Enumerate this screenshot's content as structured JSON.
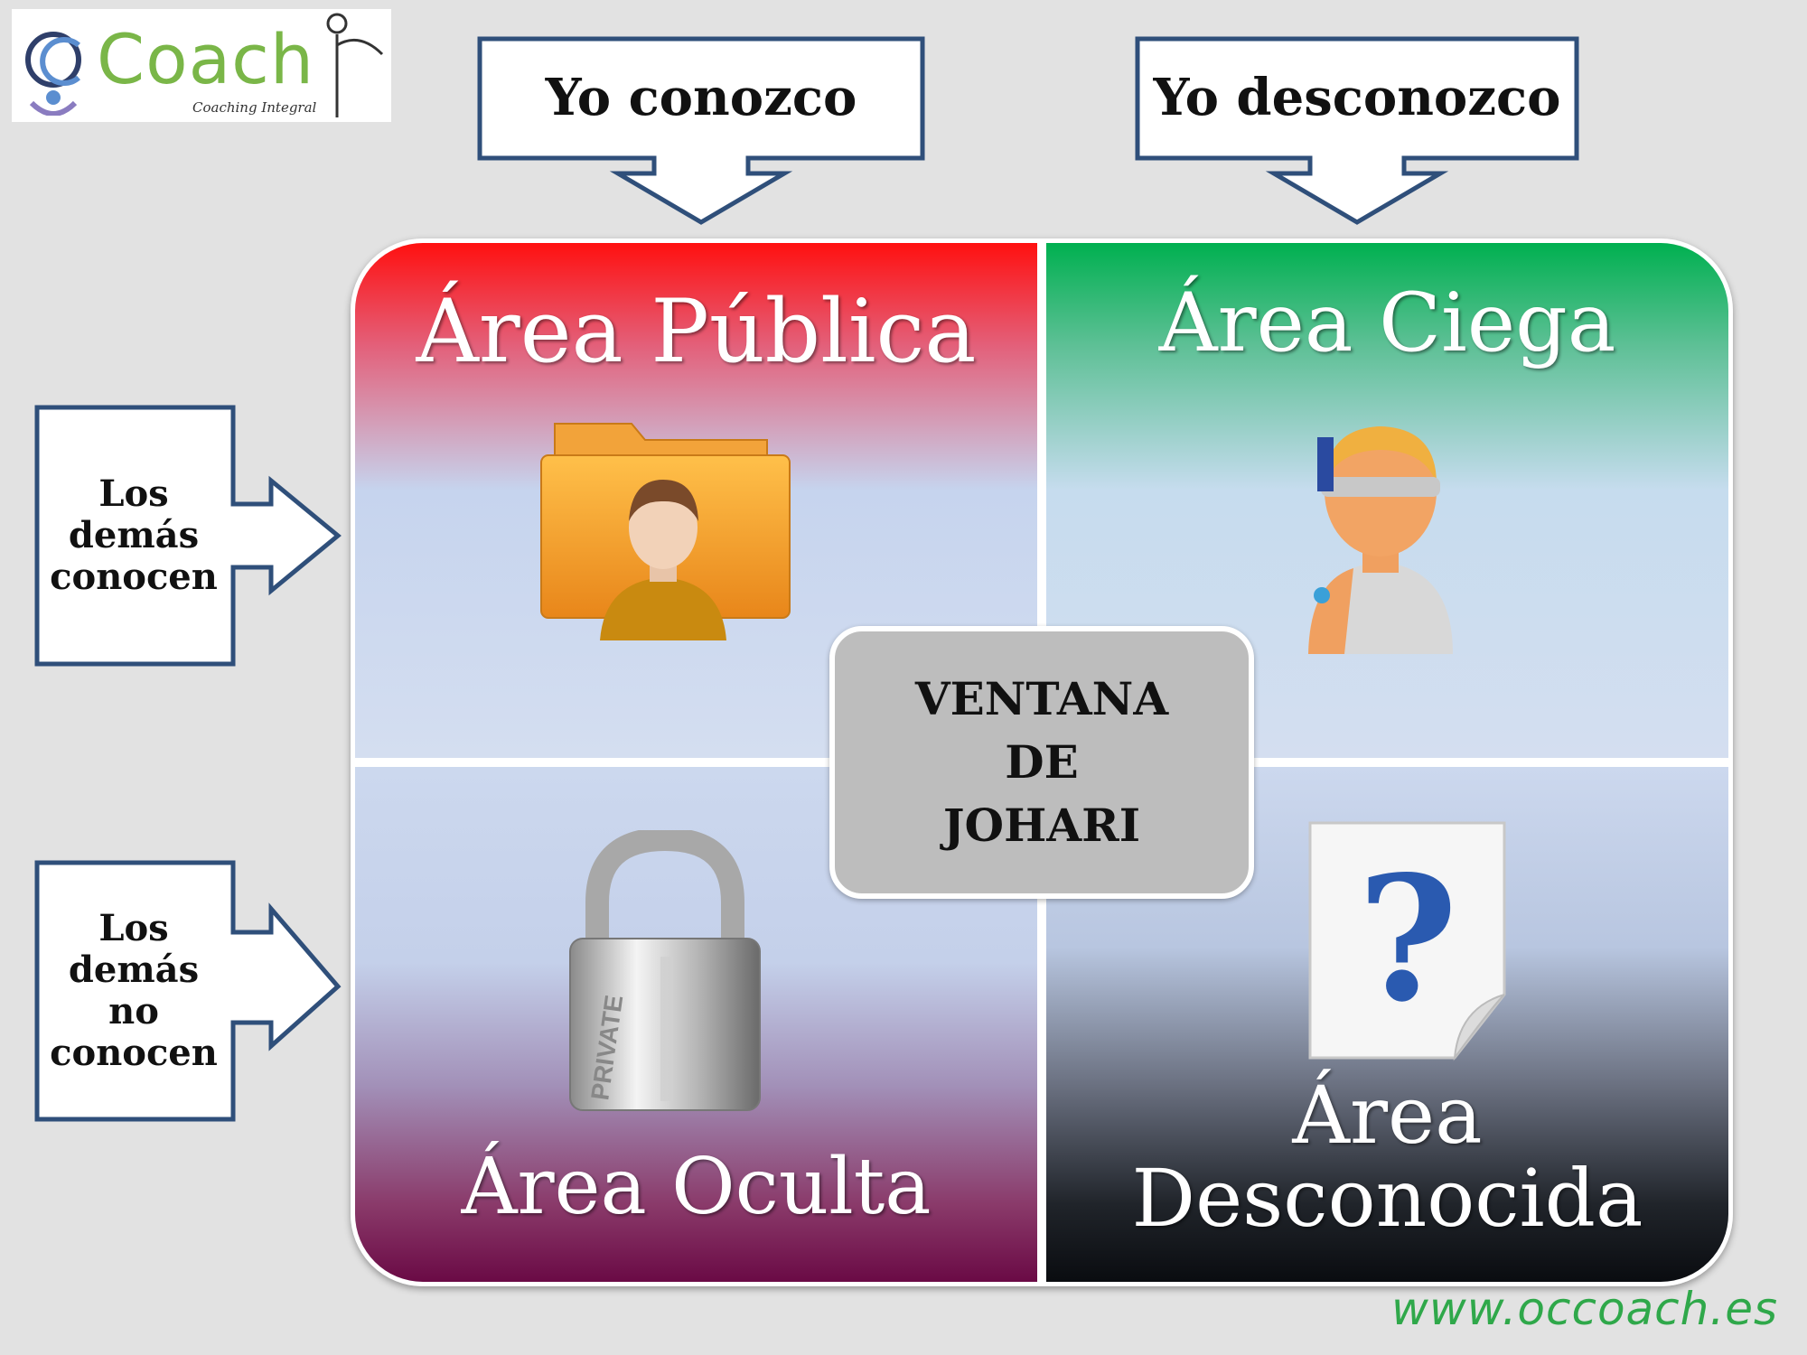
{
  "logo": {
    "brand": "Coach",
    "tagline": "Coaching Integral"
  },
  "headers": {
    "known_to_self": "Yo conozco",
    "unknown_to_self": "Yo desconozco"
  },
  "side_labels": {
    "others_know": [
      "Los",
      "demás",
      "conocen"
    ],
    "others_dont_know": [
      "Los",
      "demás",
      "no",
      "conocen"
    ]
  },
  "quadrants": {
    "publica": "Área Pública",
    "ciega": "Área Ciega",
    "oculta": "Área Oculta",
    "desconocida": [
      "Área",
      "Desconocida"
    ]
  },
  "center": [
    "VENTANA",
    "DE",
    "JOHARI"
  ],
  "lock_label": "PRIVATE",
  "question_mark": "?",
  "url": "www.occoach.es",
  "colors": {
    "public_top": "#ff1010",
    "blind_top": "#00b050",
    "hidden_bottom": "#6a0a45",
    "unknown_bottom": "#0a0c10",
    "callout_border": "#2f4f7a",
    "url": "#2fa84a"
  }
}
